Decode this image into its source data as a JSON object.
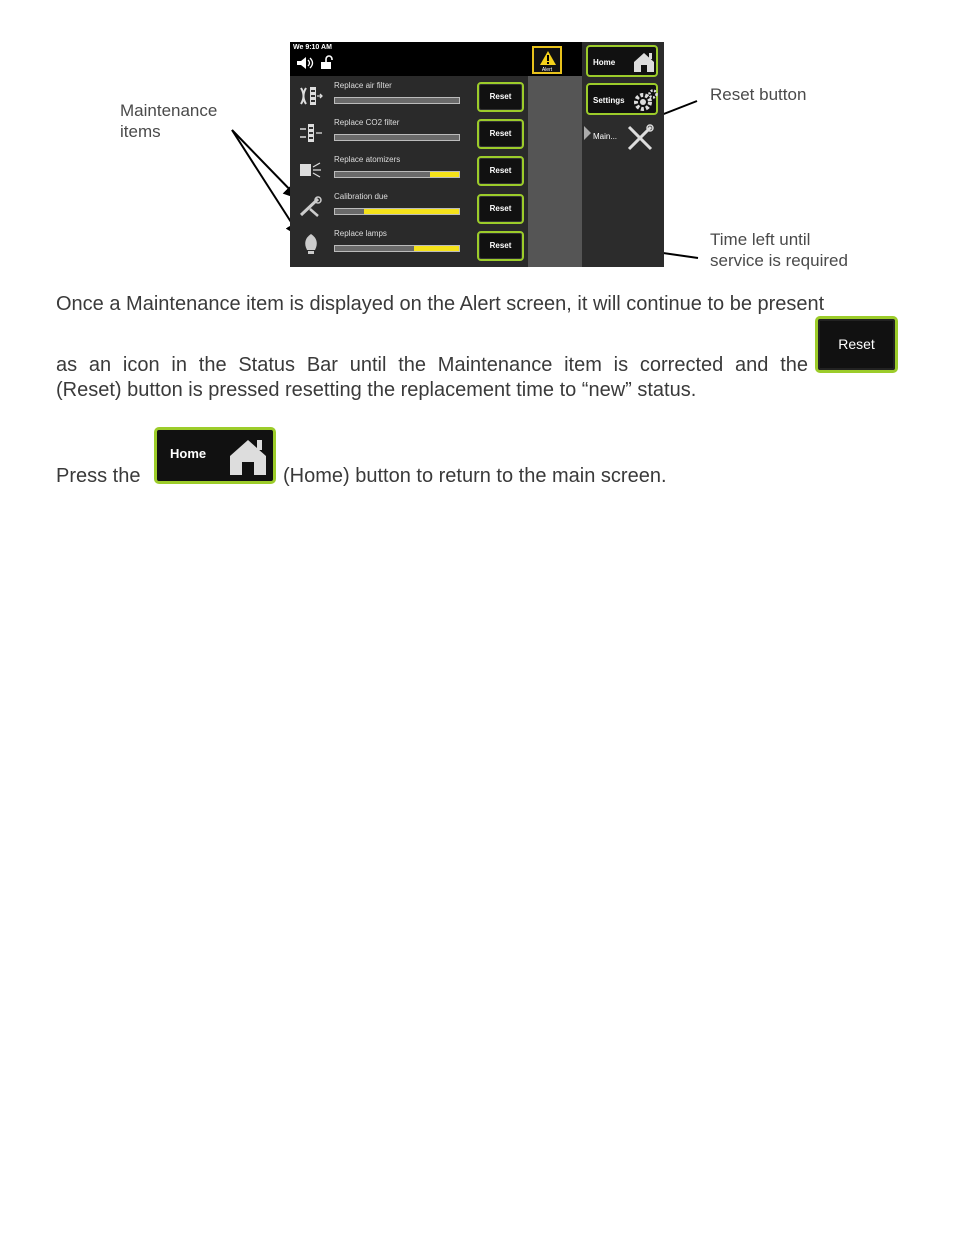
{
  "callouts": {
    "maintenance_items": "Maintenance\nitems",
    "reset_button": "Reset button",
    "time_left": "Time left until\nservice is required"
  },
  "device": {
    "status_time": "We 9:10 AM",
    "alert_label": "Alert",
    "items": [
      {
        "label": "Replace air filter",
        "icon": "air-filter-icon",
        "remaining": 0.0
      },
      {
        "label": "Replace CO2 filter",
        "icon": "co2-filter-icon",
        "remaining": 0.0
      },
      {
        "label": "Replace atomizers",
        "icon": "atomizer-icon",
        "remaining": 0.23
      },
      {
        "label": "Calibration due",
        "icon": "calibration-icon",
        "remaining": 0.77
      },
      {
        "label": "Replace lamps",
        "icon": "lamp-icon",
        "remaining": 0.36
      }
    ],
    "reset_label": "Reset",
    "nav": {
      "home_label": "Home",
      "settings_label": "Settings",
      "maint_label": "Main..."
    },
    "accent_color": "#9ccc2a",
    "bar_fill_color": "#f5e21a"
  },
  "body": {
    "para1_line1": "Once a Maintenance item is displayed on the Alert screen, it will continue to be present",
    "para1_line2": "as an icon in the Status Bar until the Maintenance item is corrected and the",
    "para1_line3": "(Reset) button is pressed resetting the replacement time to “new” status.",
    "para2_before": "Press the",
    "para2_after": "(Home) button to return to the main screen.",
    "reset_button_label": "Reset",
    "home_button_label": "Home"
  }
}
